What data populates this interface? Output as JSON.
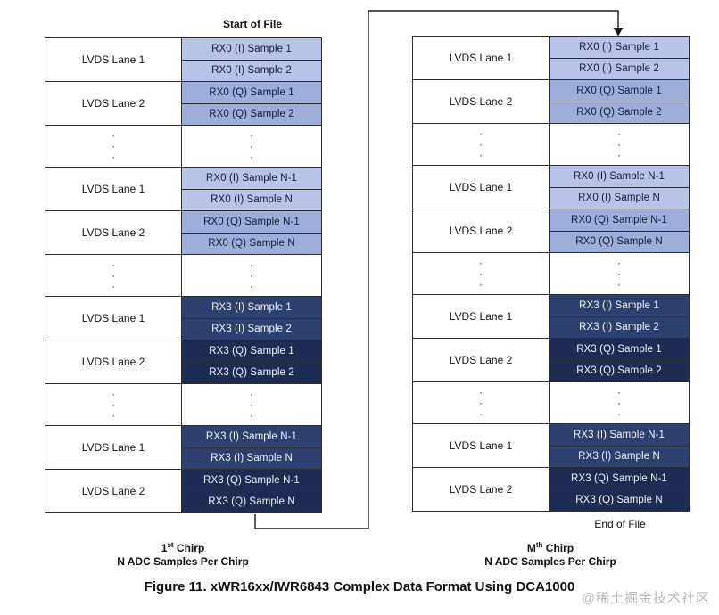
{
  "page": {
    "figure_caption": "Figure 11. xWR16xx/IWR6843 Complex Data Format Using DCA1000",
    "watermark": "@稀土掘金技术社区"
  },
  "colors": {
    "rx0_i_bg": "#b9c3ea",
    "rx0_q_bg": "#9fadda",
    "rx3_i_bg": "#2d4170",
    "rx3_q_bg": "#1e2c54",
    "border": "#2e2e2e",
    "rx_dark_text": "#141d35",
    "rx_light_text": "#f2f4fa"
  },
  "dots_glyph": "·",
  "left_table": {
    "header_label": "Start of File",
    "caption": {
      "base": "1",
      "sup": "st",
      "rest": " Chirp",
      "line2": "N ADC Samples Per Chirp"
    },
    "rows": [
      {
        "type": "lane",
        "label": "LVDS Lane 1",
        "cells": [
          {
            "text": "RX0 (I) Sample 1",
            "tone": "rx0_i"
          },
          {
            "text": "RX0 (I) Sample 2",
            "tone": "rx0_i"
          }
        ]
      },
      {
        "type": "lane",
        "label": "LVDS Lane 2",
        "cells": [
          {
            "text": "RX0 (Q) Sample 1",
            "tone": "rx0_q"
          },
          {
            "text": "RX0 (Q) Sample 2",
            "tone": "rx0_q"
          }
        ]
      },
      {
        "type": "dots"
      },
      {
        "type": "lane",
        "label": "LVDS Lane 1",
        "cells": [
          {
            "text": "RX0 (I) Sample N-1",
            "tone": "rx0_i"
          },
          {
            "text": "RX0 (I) Sample N",
            "tone": "rx0_i"
          }
        ]
      },
      {
        "type": "lane",
        "label": "LVDS Lane 2",
        "cells": [
          {
            "text": "RX0 (Q) Sample N-1",
            "tone": "rx0_q"
          },
          {
            "text": "RX0 (Q) Sample N",
            "tone": "rx0_q"
          }
        ]
      },
      {
        "type": "dots"
      },
      {
        "type": "lane",
        "label": "LVDS Lane 1",
        "cells": [
          {
            "text": "RX3 (I) Sample 1",
            "tone": "rx3_i"
          },
          {
            "text": "RX3 (I) Sample 2",
            "tone": "rx3_i"
          }
        ]
      },
      {
        "type": "lane",
        "label": "LVDS Lane 2",
        "cells": [
          {
            "text": "RX3 (Q) Sample 1",
            "tone": "rx3_q"
          },
          {
            "text": "RX3 (Q) Sample 2",
            "tone": "rx3_q"
          }
        ]
      },
      {
        "type": "dots"
      },
      {
        "type": "lane",
        "label": "LVDS Lane 1",
        "cells": [
          {
            "text": "RX3 (I) Sample N-1",
            "tone": "rx3_i"
          },
          {
            "text": "RX3 (I) Sample N",
            "tone": "rx3_i"
          }
        ]
      },
      {
        "type": "lane",
        "label": "LVDS Lane 2",
        "cells": [
          {
            "text": "RX3 (Q) Sample N-1",
            "tone": "rx3_q"
          },
          {
            "text": "RX3 (Q) Sample N",
            "tone": "rx3_q"
          }
        ]
      }
    ]
  },
  "right_table": {
    "footer_label": "End of File",
    "caption": {
      "base": "M",
      "sup": "th",
      "rest": " Chirp",
      "line2": "N ADC Samples Per Chirp"
    },
    "rows": [
      {
        "type": "lane",
        "label": "LVDS Lane 1",
        "cells": [
          {
            "text": "RX0 (I) Sample 1",
            "tone": "rx0_i"
          },
          {
            "text": "RX0 (I) Sample 2",
            "tone": "rx0_i"
          }
        ]
      },
      {
        "type": "lane",
        "label": "LVDS Lane 2",
        "cells": [
          {
            "text": "RX0 (Q) Sample 1",
            "tone": "rx0_q"
          },
          {
            "text": "RX0 (Q) Sample 2",
            "tone": "rx0_q"
          }
        ]
      },
      {
        "type": "dots"
      },
      {
        "type": "lane",
        "label": "LVDS Lane 1",
        "cells": [
          {
            "text": "RX0 (I) Sample N-1",
            "tone": "rx0_i"
          },
          {
            "text": "RX0 (I) Sample N",
            "tone": "rx0_i"
          }
        ]
      },
      {
        "type": "lane",
        "label": "LVDS Lane 2",
        "cells": [
          {
            "text": "RX0 (Q) Sample N-1",
            "tone": "rx0_q"
          },
          {
            "text": "RX0 (Q) Sample N",
            "tone": "rx0_q"
          }
        ]
      },
      {
        "type": "dots"
      },
      {
        "type": "lane",
        "label": "LVDS Lane 1",
        "cells": [
          {
            "text": "RX3 (I) Sample 1",
            "tone": "rx3_i"
          },
          {
            "text": "RX3 (I) Sample 2",
            "tone": "rx3_i"
          }
        ]
      },
      {
        "type": "lane",
        "label": "LVDS Lane 2",
        "cells": [
          {
            "text": "RX3 (Q) Sample 1",
            "tone": "rx3_q"
          },
          {
            "text": "RX3 (Q) Sample 2",
            "tone": "rx3_q"
          }
        ]
      },
      {
        "type": "dots"
      },
      {
        "type": "lane",
        "label": "LVDS Lane 1",
        "cells": [
          {
            "text": "RX3 (I) Sample N-1",
            "tone": "rx3_i"
          },
          {
            "text": "RX3 (I) Sample N",
            "tone": "rx3_i"
          }
        ]
      },
      {
        "type": "lane",
        "label": "LVDS Lane 2",
        "cells": [
          {
            "text": "RX3 (Q) Sample N-1",
            "tone": "rx3_q"
          },
          {
            "text": "RX3 (Q) Sample N",
            "tone": "rx3_q"
          }
        ]
      }
    ]
  }
}
